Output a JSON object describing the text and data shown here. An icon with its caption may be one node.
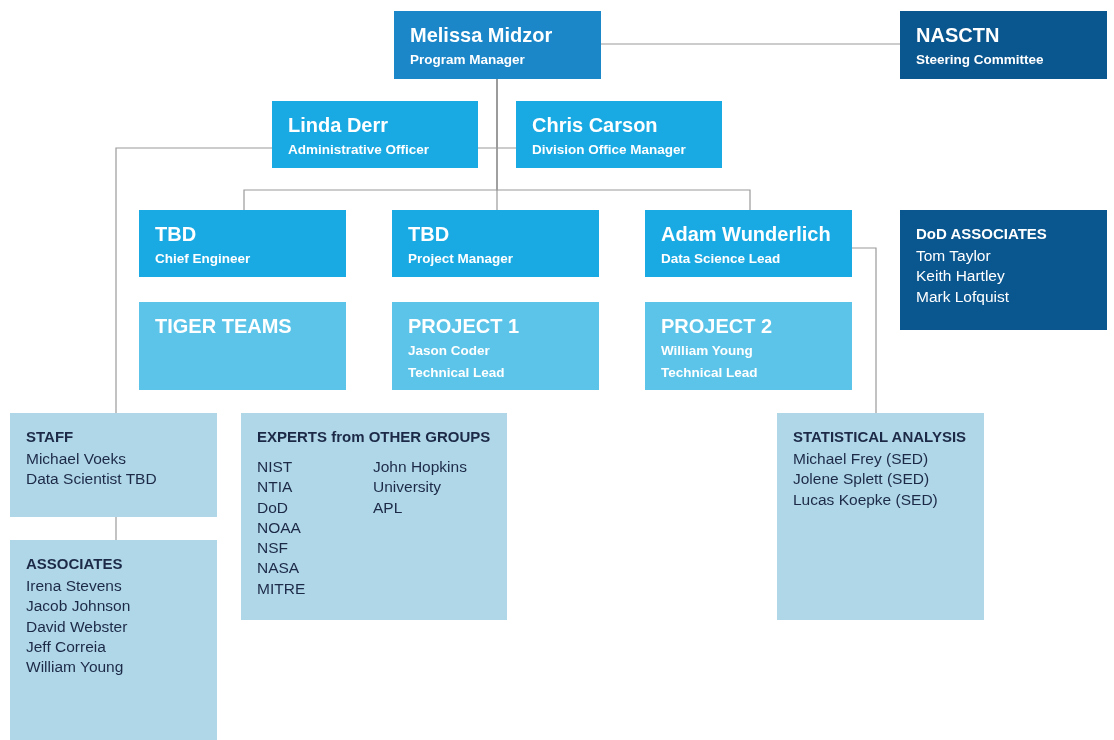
{
  "diagram": {
    "nodes": [
      {
        "text": [
          "Melissa Midzor",
          "Program Manager"
        ]
      },
      {
        "text": [
          "NASCTN",
          "Steering Committee"
        ]
      },
      {
        "text": [
          "Linda Derr",
          "Administrative Officer"
        ]
      },
      {
        "text": [
          "Chris Carson",
          "Division Office Manager"
        ]
      },
      {
        "text": [
          "TBD",
          "Chief Engineer"
        ]
      },
      {
        "text": [
          "TBD",
          "Project Manager"
        ]
      },
      {
        "text": [
          "Adam Wunderlich",
          "Data Science Lead"
        ]
      },
      {
        "text": [
          "DoD ASSOCIATES",
          "Tom Taylor",
          "Keith Hartley",
          "Mark Lofquist"
        ]
      },
      {
        "text": [
          "TIGER TEAMS"
        ]
      },
      {
        "text": [
          "PROJECT 1",
          "Jason Coder",
          "Technical Lead"
        ]
      },
      {
        "text": [
          "PROJECT 2",
          "William Young",
          "Technical Lead"
        ]
      },
      {
        "text": [
          "STAFF",
          "Michael Voeks",
          "Data Scientist TBD"
        ]
      },
      {
        "text": [
          "EXPERTS from OTHER GROUPS",
          "NIST",
          "NTIA",
          "DoD",
          "NOAA",
          "NSF",
          "NASA",
          "MITRE",
          "John Hopkins University",
          "APL"
        ]
      },
      {
        "text": [
          "STATISTICAL ANALYSIS",
          "Michael Frey (SED)",
          "Jolene Splett (SED)",
          "Lucas Koepke  (SED)"
        ]
      },
      {
        "text": [
          "ASSOCIATES",
          "Irena Stevens",
          "Jacob Johnson",
          "David Webster",
          "Jeff Correia",
          "William Young"
        ]
      }
    ],
    "edges": [
      {
        "from": 0,
        "to": 1,
        "arrow": "none"
      },
      {
        "from": 0,
        "to": 2,
        "arrow": "none"
      },
      {
        "from": 0,
        "to": 3,
        "arrow": "none"
      },
      {
        "from": 0,
        "to": 4,
        "arrow": "none"
      },
      {
        "from": 0,
        "to": 5,
        "arrow": "none"
      },
      {
        "from": 0,
        "to": 6,
        "arrow": "none"
      },
      {
        "from": 2,
        "to": 11,
        "arrow": "none"
      },
      {
        "from": 11,
        "to": 14,
        "arrow": "none"
      },
      {
        "from": 6,
        "to": 13,
        "arrow": "none"
      }
    ]
  }
}
